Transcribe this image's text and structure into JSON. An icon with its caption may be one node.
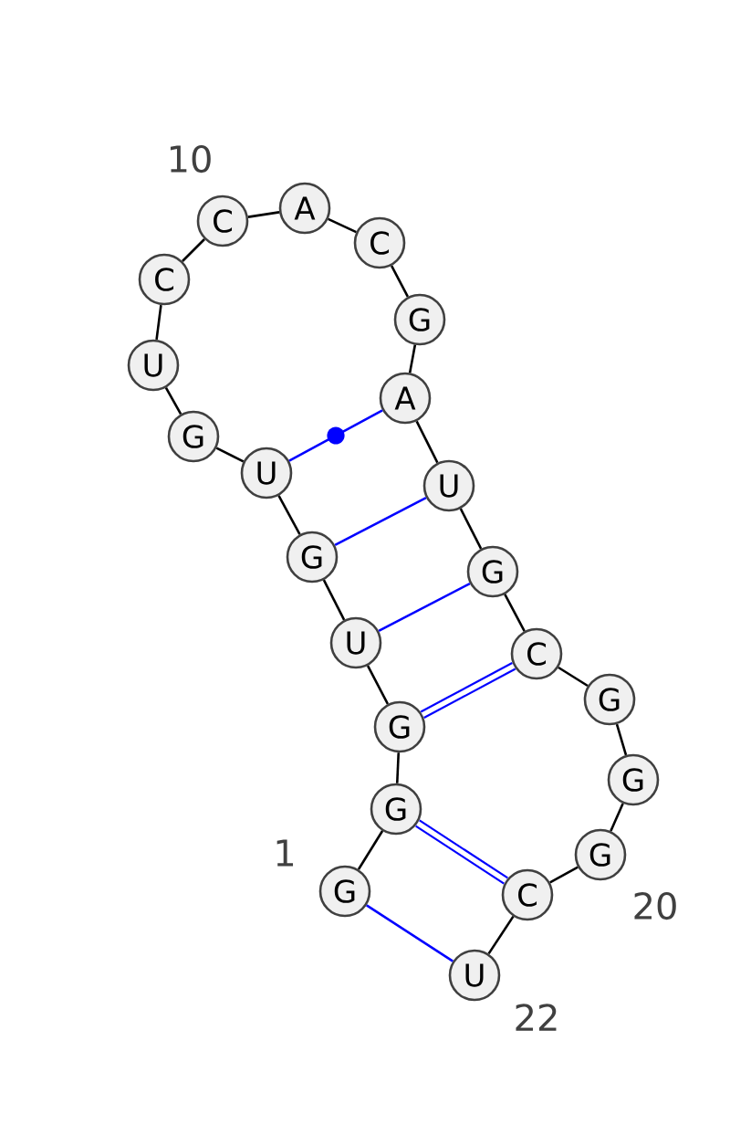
{
  "diagram": {
    "nodes": [
      {
        "text": [
          "G"
        ]
      },
      {
        "text": [
          "G"
        ]
      },
      {
        "text": [
          "G"
        ]
      },
      {
        "text": [
          "U"
        ]
      },
      {
        "text": [
          "G"
        ]
      },
      {
        "text": [
          "U"
        ]
      },
      {
        "text": [
          "G"
        ]
      },
      {
        "text": [
          "U"
        ]
      },
      {
        "text": [
          "C"
        ]
      },
      {
        "text": [
          "C"
        ]
      },
      {
        "text": [
          "A"
        ]
      },
      {
        "text": [
          "C"
        ]
      },
      {
        "text": [
          "G"
        ]
      },
      {
        "text": [
          "A"
        ]
      },
      {
        "text": [
          "U"
        ]
      },
      {
        "text": [
          "G"
        ]
      },
      {
        "text": [
          "C"
        ]
      },
      {
        "text": [
          "G"
        ]
      },
      {
        "text": [
          "G"
        ]
      },
      {
        "text": [
          "G"
        ]
      },
      {
        "text": [
          "C"
        ]
      },
      {
        "text": [
          "U"
        ]
      }
    ],
    "edges": [
      {
        "from": 0,
        "to": 1,
        "arrow": "none"
      },
      {
        "from": 1,
        "to": 2,
        "arrow": "none"
      },
      {
        "from": 2,
        "to": 3,
        "arrow": "none"
      },
      {
        "from": 3,
        "to": 4,
        "arrow": "none"
      },
      {
        "from": 4,
        "to": 5,
        "arrow": "none"
      },
      {
        "from": 5,
        "to": 6,
        "arrow": "none"
      },
      {
        "from": 6,
        "to": 7,
        "arrow": "none"
      },
      {
        "from": 7,
        "to": 8,
        "arrow": "none"
      },
      {
        "from": 8,
        "to": 9,
        "arrow": "none"
      },
      {
        "from": 9,
        "to": 10,
        "arrow": "none"
      },
      {
        "from": 10,
        "to": 11,
        "arrow": "none"
      },
      {
        "from": 11,
        "to": 12,
        "arrow": "none"
      },
      {
        "from": 12,
        "to": 13,
        "arrow": "none"
      },
      {
        "from": 13,
        "to": 14,
        "arrow": "none"
      },
      {
        "from": 14,
        "to": 15,
        "arrow": "none"
      },
      {
        "from": 15,
        "to": 16,
        "arrow": "none"
      },
      {
        "from": 16,
        "to": 17,
        "arrow": "none"
      },
      {
        "from": 17,
        "to": 18,
        "arrow": "none"
      },
      {
        "from": 18,
        "to": 19,
        "arrow": "none"
      },
      {
        "from": 19,
        "to": 20,
        "arrow": "none"
      },
      {
        "from": 20,
        "to": 21,
        "arrow": "none"
      },
      {
        "from": 5,
        "to": 13,
        "arrow": "none",
        "color": "#0000ff"
      },
      {
        "from": 4,
        "to": 14,
        "arrow": "none",
        "color": "#0000ff"
      },
      {
        "from": 3,
        "to": 15,
        "arrow": "none",
        "color": "#0000ff"
      },
      {
        "from": 2,
        "to": 16,
        "arrow": "none",
        "style": "thick",
        "color": "#0000ff"
      },
      {
        "from": 1,
        "to": 20,
        "arrow": "none",
        "style": "thick",
        "color": "#0000ff"
      },
      {
        "from": 0,
        "to": 21,
        "arrow": "none",
        "color": "#0000ff"
      }
    ],
    "labels": [
      "10",
      "1",
      "20",
      "22"
    ]
  }
}
